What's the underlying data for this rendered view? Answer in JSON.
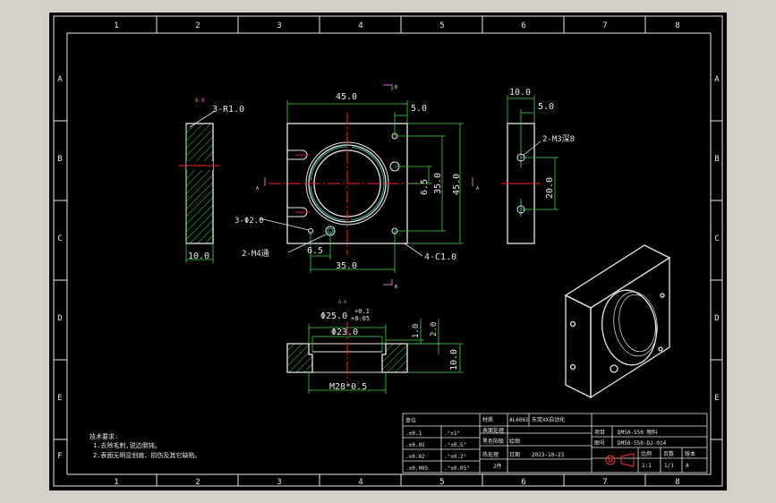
{
  "grid_numbers": [
    "1",
    "2",
    "3",
    "4",
    "5",
    "6",
    "7",
    "8"
  ],
  "grid_letters": [
    "A",
    "B",
    "C",
    "D",
    "E",
    "F"
  ],
  "views": {
    "side_left_label": "B-B",
    "section_label": "A-A",
    "cut_marker_a": "A",
    "cut_marker_b": "B"
  },
  "dimensions": {
    "r_fillet": "3-R1.0",
    "left_width": "10.0",
    "top_width": "45.0",
    "top_right_offset": "5.0",
    "height_total": "45.0",
    "hole_spacing_v": "35.0",
    "small_offset_v": "6.5",
    "pin_holes": "3-Φ2.0",
    "m4_holes": "2-M4通",
    "small_offset_h": "6.5",
    "hole_spacing_h": "35.0",
    "chamfer": "4-C1.0",
    "right_width": "10.0",
    "right_offset": "5.0",
    "m3_holes": "2-M3深8",
    "right_spacing": "20.0",
    "bore_tol_main": "Φ25.0",
    "bore_tol_upper": "+0.1",
    "bore_tol_lower": "+0.05",
    "bore_inner": "Φ23.0",
    "step_1": "1.0",
    "step_2": "2.0",
    "sect_thickness": "10.0",
    "thread": "M28*0.5"
  },
  "notes": {
    "title": "技术要求:",
    "line1": "1.去除毛刺,锐边倒钝。",
    "line2": "2.表面无明显划痕、损伤及其它缺陷。"
  },
  "title_block": {
    "unit": "单位",
    "tol_1": ".±0.1",
    "tol_2": ".±0.05",
    "tol_3": ".±0.02",
    "tol_4": ".±0.005",
    "ang_1": ".°±1°",
    "ang_2": ".°±0.5°",
    "ang_3": ".°±0.2°",
    "ang_4": ".°±0.05°",
    "material_label": "材质",
    "material_value": "AL6061",
    "surface_label": "表面处理",
    "surface_value": "黑色阳极",
    "treat_label": "热处理",
    "drawn_label": "绘图",
    "date_label": "日期",
    "date_value": "2023-10-23",
    "count": "2件",
    "company": "东莞XX自动化",
    "project_label": "项目",
    "project_value": "DM50-550 物料",
    "drawing_no_label": "图号",
    "drawing_no_value": "DM50-550-D2-014",
    "scale_label": "比例",
    "scale_value": "1:1",
    "sheet_label": "页数",
    "sheet_value": "1/1",
    "version_label": "版本",
    "version_value": "A"
  }
}
